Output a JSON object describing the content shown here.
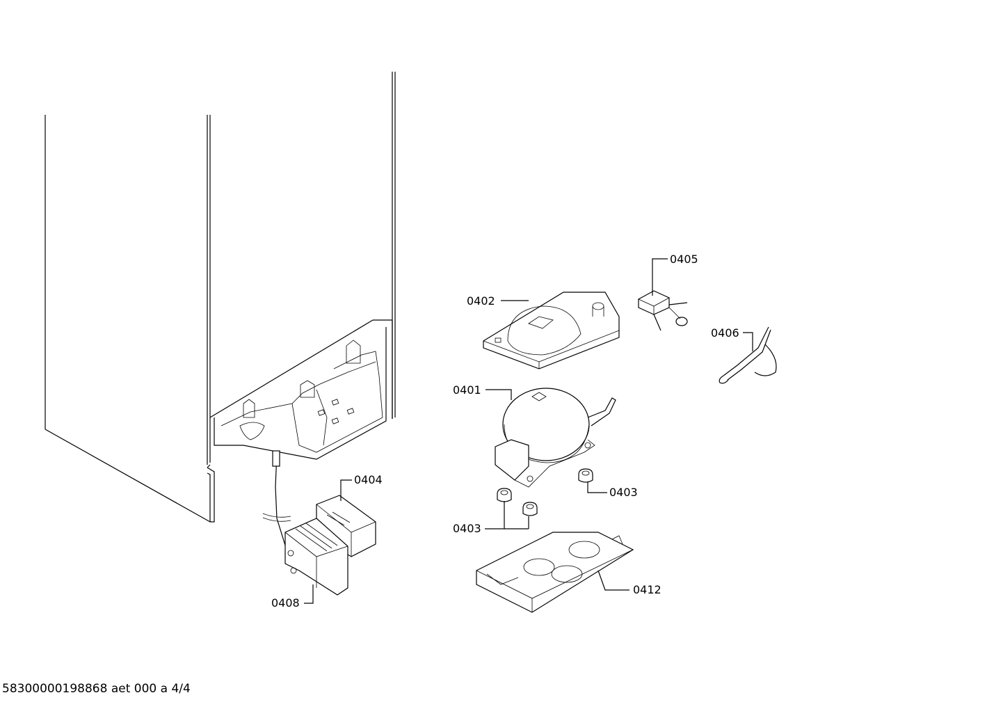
{
  "labels": {
    "part_0401": "0401",
    "part_0402": "0402",
    "part_0403_right": "0403",
    "part_0403_left": "0403",
    "part_0404": "0404",
    "part_0405": "0405",
    "part_0406": "0406",
    "part_0408": "0408",
    "part_0412": "0412"
  },
  "footer": {
    "text": "58300000198868 aet 000 a 4/4"
  }
}
